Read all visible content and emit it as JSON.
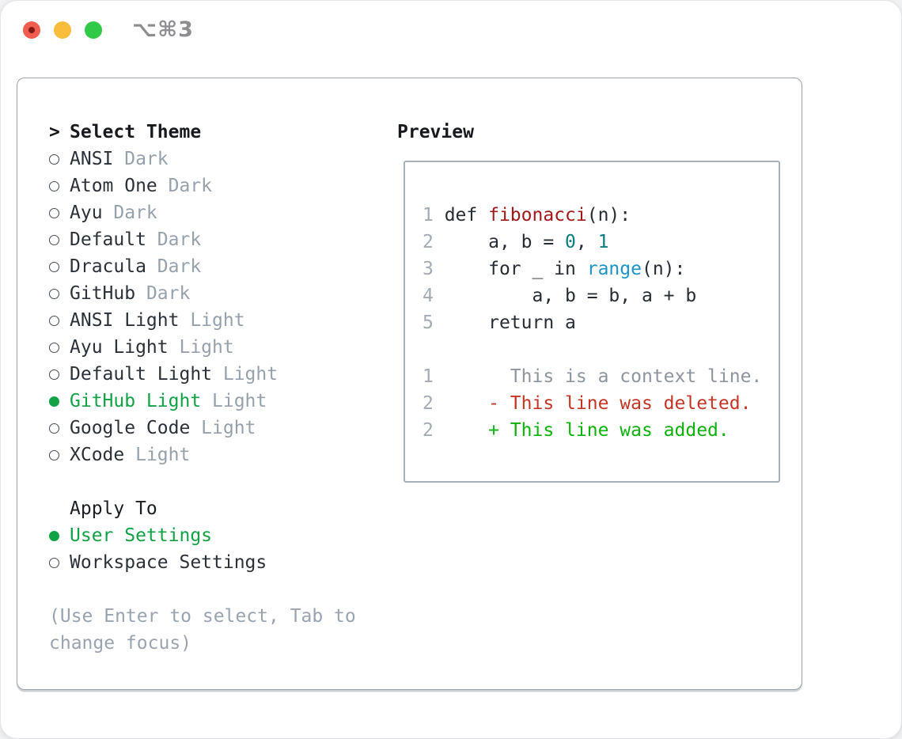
{
  "window": {
    "title_shortcut": "⌥⌘3"
  },
  "selector": {
    "prompt": ">",
    "title": "Select Theme",
    "themes": [
      {
        "name": "ANSI",
        "variant": "Dark",
        "selected": false
      },
      {
        "name": "Atom One",
        "variant": "Dark",
        "selected": false
      },
      {
        "name": "Ayu",
        "variant": "Dark",
        "selected": false
      },
      {
        "name": "Default",
        "variant": "Dark",
        "selected": false
      },
      {
        "name": "Dracula",
        "variant": "Dark",
        "selected": false
      },
      {
        "name": "GitHub",
        "variant": "Dark",
        "selected": false
      },
      {
        "name": "ANSI Light",
        "variant": "Light",
        "selected": false
      },
      {
        "name": "Ayu Light",
        "variant": "Light",
        "selected": false
      },
      {
        "name": "Default Light",
        "variant": "Light",
        "selected": false
      },
      {
        "name": "GitHub Light",
        "variant": "Light",
        "selected": true
      },
      {
        "name": "Google Code",
        "variant": "Light",
        "selected": false
      },
      {
        "name": "XCode",
        "variant": "Light",
        "selected": false
      }
    ],
    "apply_to_title": "Apply To",
    "apply_options": [
      {
        "label": "User Settings",
        "selected": true
      },
      {
        "label": "Workspace Settings",
        "selected": false
      }
    ],
    "hint_lines": [
      "(Use Enter to select, Tab to",
      "change focus)"
    ]
  },
  "preview": {
    "title": "Preview",
    "code_lines": [
      {
        "num": "1",
        "tokens": [
          {
            "t": " def ",
            "c": "default"
          },
          {
            "t": "fibonacci",
            "c": "function"
          },
          {
            "t": "(n):",
            "c": "default"
          }
        ]
      },
      {
        "num": "2",
        "tokens": [
          {
            "t": "     a, b = ",
            "c": "default"
          },
          {
            "t": "0",
            "c": "number"
          },
          {
            "t": ", ",
            "c": "default"
          },
          {
            "t": "1",
            "c": "number"
          }
        ]
      },
      {
        "num": "3",
        "tokens": [
          {
            "t": "     for _ in ",
            "c": "default"
          },
          {
            "t": "range",
            "c": "builtin"
          },
          {
            "t": "(n):",
            "c": "default"
          }
        ]
      },
      {
        "num": "4",
        "tokens": [
          {
            "t": "         a, b = b, a + b",
            "c": "default"
          }
        ]
      },
      {
        "num": "5",
        "tokens": [
          {
            "t": "     return a",
            "c": "default"
          }
        ]
      },
      {
        "num": "",
        "tokens": []
      },
      {
        "num": "1",
        "tokens": [
          {
            "t": "       This is a context line.",
            "c": "context"
          }
        ]
      },
      {
        "num": "2",
        "tokens": [
          {
            "t": "     ",
            "c": "default"
          },
          {
            "t": "- This line was deleted.",
            "c": "deleted"
          }
        ]
      },
      {
        "num": "2",
        "tokens": [
          {
            "t": "     ",
            "c": "default"
          },
          {
            "t": "+ This line was added.",
            "c": "added"
          }
        ]
      }
    ]
  },
  "colors": {
    "accent_green": "#10a245",
    "muted_gray": "#97a1ac",
    "panel_border": "#9aa2ab",
    "code": {
      "default": "#262c33",
      "function": "#a31818",
      "number": "#0b7d82",
      "builtin": "#1b95c6",
      "context": "#8d959e",
      "deleted": "#c43524",
      "added": "#0bb20b",
      "line_number": "#a3abb5"
    },
    "traffic_lights": {
      "close": "#f15c51",
      "minimize": "#f9bd3c",
      "zoom": "#30c948"
    }
  }
}
